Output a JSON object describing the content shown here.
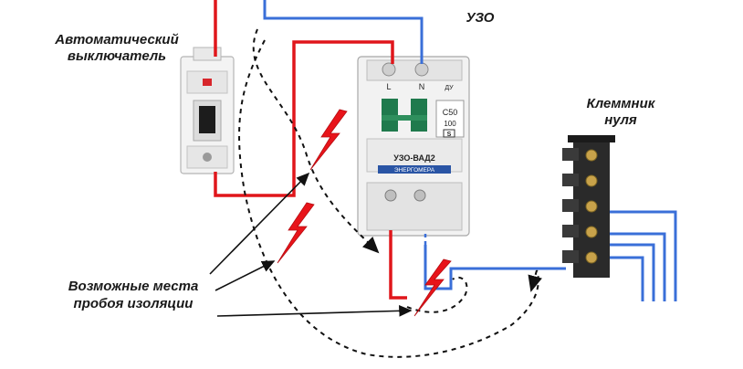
{
  "labels": {
    "breaker_line1": "Автоматический",
    "breaker_line2": "выключатель",
    "rcd": "УЗО",
    "neutral_bar_line1": "Клеммник",
    "neutral_bar_line2": "нуля",
    "breakdown_line1": "Возможные места",
    "breakdown_line2": "пробоя изоляции"
  },
  "rcd_device": {
    "terminal_l": "L",
    "terminal_n": "N",
    "terminal_du": "ДУ",
    "rating": "C50",
    "leakage": "100",
    "class": "S",
    "model": "УЗО-ВАД2",
    "brand": "ЭНЕРГОМЕРА"
  },
  "colors": {
    "phase_wire": "#e0161b",
    "neutral_wire": "#3a6fd8",
    "lightning": "#e8141a",
    "path": "#111111"
  }
}
